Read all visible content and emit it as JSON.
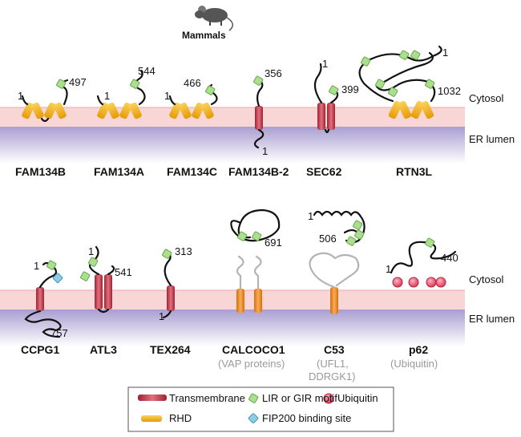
{
  "header": {
    "title": "Mammals"
  },
  "regions": {
    "cytosol": "Cytosol",
    "er_lumen": "ER lumen"
  },
  "row1": [
    {
      "name": "FAM134B",
      "c_term": "497"
    },
    {
      "name": "FAM134A",
      "c_term": "544"
    },
    {
      "name": "FAM134C",
      "c_term": "466"
    },
    {
      "name": "FAM134B-2",
      "c_term": "356"
    },
    {
      "name": "SEC62",
      "c_term": "399"
    },
    {
      "name": "RTN3L",
      "c_term": "1032"
    }
  ],
  "row2": [
    {
      "name": "CCPG1",
      "c_term": "757",
      "sub": ""
    },
    {
      "name": "ATL3",
      "c_term": "541",
      "sub": ""
    },
    {
      "name": "TEX264",
      "c_term": "313",
      "sub": ""
    },
    {
      "name": "CALCOCO1",
      "c_term": "691",
      "sub": "(VAP proteins)"
    },
    {
      "name": "C53",
      "c_term": "506",
      "sub": "(UFL1,",
      "sub2": "DDRGK1)"
    },
    {
      "name": "p62",
      "c_term": "440",
      "sub": "(Ubiquitin)"
    }
  ],
  "n_term": "1",
  "legend": {
    "transmembrane": "Transmembrane",
    "rhd": "RHD",
    "lir": "LIR or GIR motif",
    "fip200": "FIP200 binding site",
    "ubiquitin": "Ubiquitin"
  },
  "colors": {
    "membrane_top": "#f8d4d4",
    "membrane_bottom": "#ffffff",
    "lumen": "#bdb4dc",
    "transmembrane": "#c83f4f",
    "rhd": "#f3b317",
    "lir": "#a9df8f",
    "fip200": "#8ecde6",
    "ubiquitin": "#e84a6a",
    "calcoco_tm": "#f08b1e"
  }
}
